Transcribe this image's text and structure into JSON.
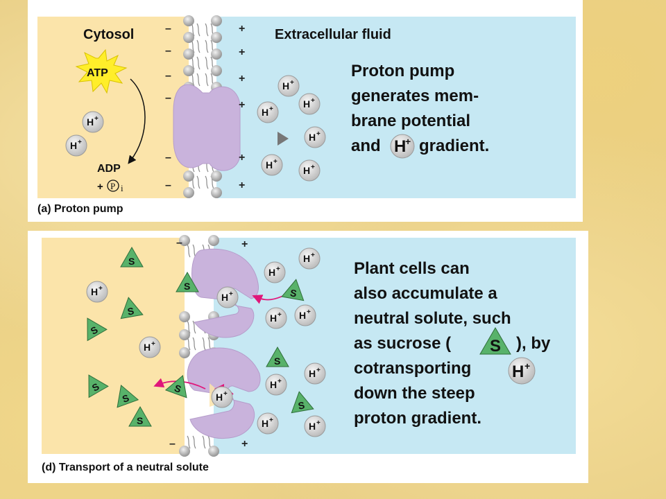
{
  "panel_a": {
    "cytosol_label": "Cytosol",
    "extracellular_label": "Extracellular fluid",
    "atp": "ATP",
    "adp": "ADP",
    "pi": "+ⓅP i",
    "pi_prefix": "+",
    "pi_letter": "P",
    "pi_sub": "i",
    "ion": "H",
    "ion_charge": "+",
    "minus": "–",
    "plus": "+",
    "description_lines": [
      "Proton pump",
      "generates mem-",
      "brane potential"
    ],
    "description_last_pre": "and",
    "description_last_post": "gradient.",
    "caption": "(a) Proton pump"
  },
  "panel_d": {
    "solute": "S",
    "ion": "H",
    "ion_charge": "+",
    "minus": "–",
    "plus": "+",
    "description_lines": [
      "Plant cells can",
      "also accumulate a",
      "neutral solute, such"
    ],
    "line4_pre": "as sucrose (",
    "line4_post": "), by",
    "line5": "cotransporting",
    "description_tail": [
      "down the steep",
      "proton gradient."
    ],
    "caption": "(d) Transport of a neutral solute"
  },
  "colors": {
    "cytosol": "#fbe4aa",
    "extracellular": "#c6e8f3",
    "pump": "#c9b3dc",
    "ion_fill": "#d8d8d8",
    "solute_fill": "#58b26a",
    "atp_star": "#ffee2a",
    "arrow_pink": "#e0177a"
  },
  "icons": {
    "ion": "proton-circle-icon",
    "solute": "sucrose-triangle-icon",
    "atp": "atp-starburst-icon"
  }
}
